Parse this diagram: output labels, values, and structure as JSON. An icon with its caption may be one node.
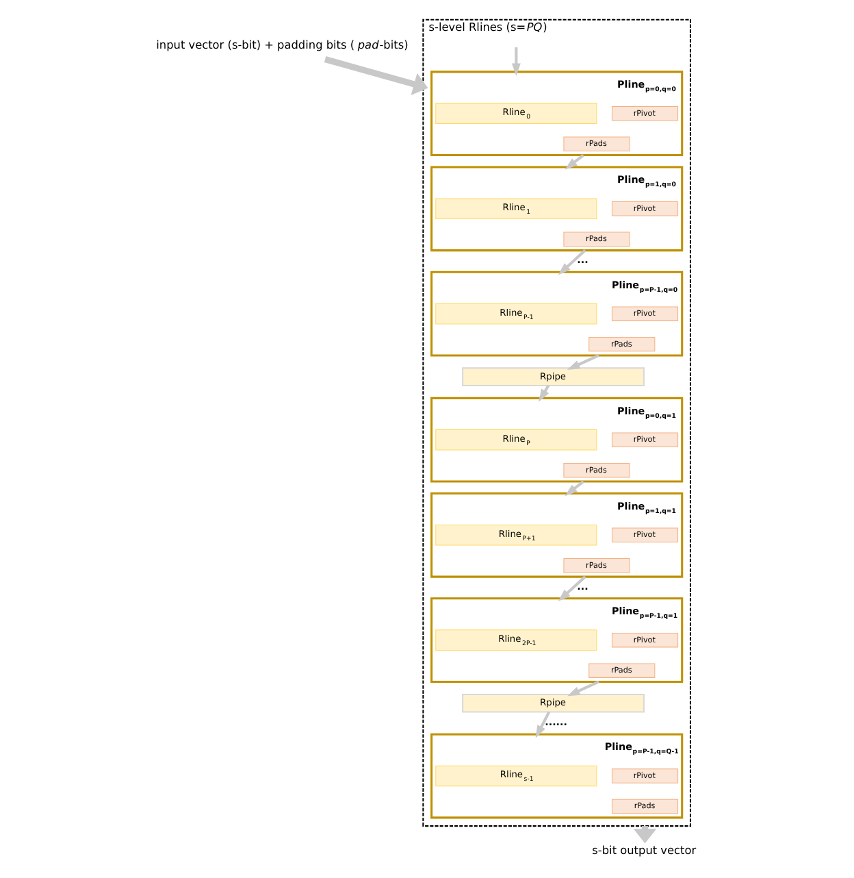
{
  "diagram": {
    "nodes": [
      {
        "text": [
          "input vector (s-bit) + padding bits (*pad*-bits)"
        ]
      },
      {
        "text": [
          "s-level Rlines (s=*PQ*)"
        ]
      },
      {
        "text": [
          "Pline$_{p=0,q=0}$"
        ],
        "in": 1
      },
      {
        "text": [
          "Rline$_{0}$"
        ],
        "in": 2
      },
      {
        "text": [
          "rPivot"
        ],
        "in": 2
      },
      {
        "text": [
          "rPads"
        ],
        "in": 2
      },
      {
        "text": [
          "Pline$_{p=1,q=0}$"
        ],
        "in": 1
      },
      {
        "text": [
          "Rline$_{1}$"
        ],
        "in": 6
      },
      {
        "text": [
          "rPivot"
        ],
        "in": 6
      },
      {
        "text": [
          "rPads"
        ],
        "in": 6
      },
      {
        "text": [
          "Pline$_{p=P-1,q=0}$"
        ],
        "in": 1
      },
      {
        "text": [
          "Rline$_{P-1}$"
        ],
        "in": 10
      },
      {
        "text": [
          "rPivot"
        ],
        "in": 10
      },
      {
        "text": [
          "rPads"
        ],
        "in": 10
      },
      {
        "text": [
          "Rpipe"
        ],
        "in": 1
      },
      {
        "text": [
          "Pline$_{p=0,q=1}$"
        ],
        "in": 1
      },
      {
        "text": [
          "Rline$_{P}$"
        ],
        "in": 15
      },
      {
        "text": [
          "rPivot"
        ],
        "in": 15
      },
      {
        "text": [
          "rPads"
        ],
        "in": 15
      },
      {
        "text": [
          "Pline$_{p=1,q=1}$"
        ],
        "in": 1
      },
      {
        "text": [
          "Rline$_{P+1}$"
        ],
        "in": 19
      },
      {
        "text": [
          "rPivot"
        ],
        "in": 19
      },
      {
        "text": [
          "rPads"
        ],
        "in": 19
      },
      {
        "text": [
          "Pline$_{p=P-1,q=1}$"
        ],
        "in": 1
      },
      {
        "text": [
          "Rline$_{2P-1}$"
        ],
        "in": 23
      },
      {
        "text": [
          "rPivot"
        ],
        "in": 23
      },
      {
        "text": [
          "rPads"
        ],
        "in": 23
      },
      {
        "text": [
          "Rpipe"
        ],
        "in": 1
      },
      {
        "text": [
          "Pline$_{p=P-1,q=Q-1}$"
        ],
        "in": 1
      },
      {
        "text": [
          "Rline$_{s-1}$"
        ],
        "in": 28
      },
      {
        "text": [
          "rPivot"
        ],
        "in": 28
      },
      {
        "text": [
          "rPads"
        ],
        "in": 28
      },
      {
        "text": [
          "s-bit output vector"
        ]
      }
    ],
    "edges": [
      {
        "from": 0,
        "to": 1,
        "arrow": "to",
        "style": "thick"
      },
      {
        "from": null,
        "to": 2,
        "arrow": "to"
      },
      {
        "from": 2,
        "to": 6,
        "arrow": "to"
      },
      {
        "from": 6,
        "to": 10,
        "arrow": "to",
        "label": "..."
      },
      {
        "from": 10,
        "to": 14,
        "arrow": "to"
      },
      {
        "from": 14,
        "to": 15,
        "arrow": "to"
      },
      {
        "from": 15,
        "to": 19,
        "arrow": "to"
      },
      {
        "from": 19,
        "to": 23,
        "arrow": "to",
        "label": "..."
      },
      {
        "from": 23,
        "to": 27,
        "arrow": "to"
      },
      {
        "from": 27,
        "to": 28,
        "arrow": "to",
        "label": "......"
      },
      {
        "from": 1,
        "to": 32,
        "arrow": "to",
        "style": "thick"
      }
    ]
  }
}
